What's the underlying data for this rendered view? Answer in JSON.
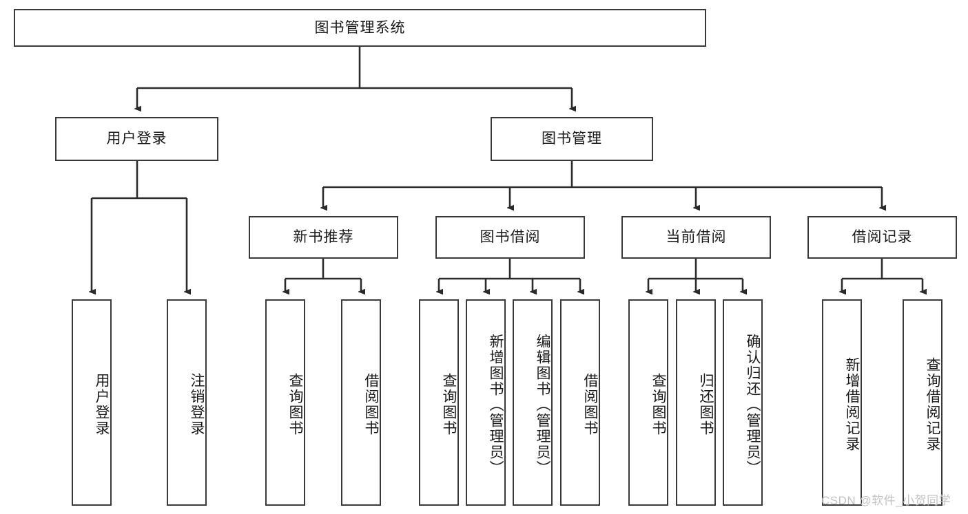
{
  "diagram": {
    "title": "图书管理系统",
    "theme": {
      "box_border": "#3a3a3a",
      "box_fill": "#ffffff",
      "edge_color": "#2b2b2b",
      "text_color": "#1a1a1a",
      "background": "#ffffff",
      "watermark_color": "#c2c2c2"
    },
    "root": {
      "label": "图书管理系统"
    },
    "level2": [
      {
        "label": "用户登录"
      },
      {
        "label": "图书管理"
      }
    ],
    "level3": [
      {
        "label": "新书推荐"
      },
      {
        "label": "图书借阅"
      },
      {
        "label": "当前借阅"
      },
      {
        "label": "借阅记录"
      }
    ],
    "leaves": {
      "user_login": [
        {
          "label": "用户登录"
        },
        {
          "label": "注销登录"
        }
      ],
      "new_book_recommend": [
        {
          "label": "查询图书"
        },
        {
          "label": "借阅图书"
        }
      ],
      "book_borrow": [
        {
          "label": "查询图书"
        },
        {
          "label": "新增图书（管理员）"
        },
        {
          "label": "编辑图书（管理员）"
        },
        {
          "label": "借阅图书"
        }
      ],
      "current_borrow": [
        {
          "label": "查询图书"
        },
        {
          "label": "归还图书"
        },
        {
          "label": "确认归还（管理员）"
        }
      ],
      "borrow_record": [
        {
          "label": "新增借阅记录"
        },
        {
          "label": "查询借阅记录"
        }
      ]
    }
  },
  "watermark": {
    "text": "CSDN @软件_小贺同学"
  }
}
